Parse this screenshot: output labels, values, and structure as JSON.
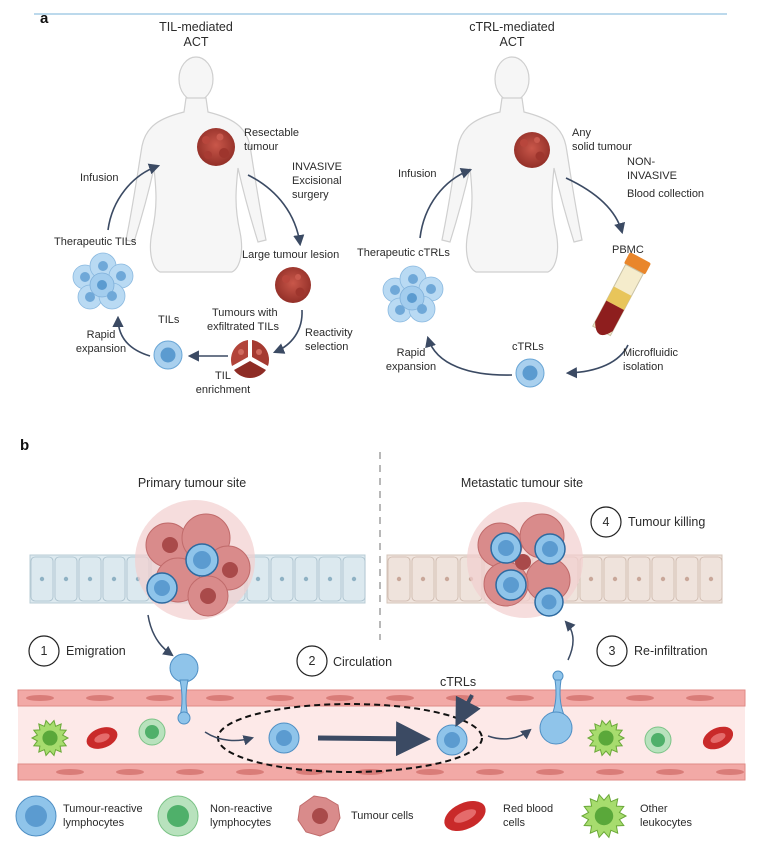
{
  "panel_a": {
    "letter": "a",
    "left": {
      "title_line1": "TIL-mediated",
      "title_line2": "ACT",
      "tumour_label_line1": "Resectable",
      "tumour_label_line2": "tumour",
      "invasive": "INVASIVE",
      "surgery_line1": "Excisional",
      "surgery_line2": "surgery",
      "large_lesion": "Large tumour lesion",
      "exfiltrated_line1": "Tumours with",
      "exfiltrated_line2": "exfiltrated TILs",
      "reactivity_line1": "Reactivity",
      "reactivity_line2": "selection",
      "enrichment_line1": "TIL",
      "enrichment_line2": "enrichment",
      "tils": "TILs",
      "rapid_line1": "Rapid",
      "rapid_line2": "expansion",
      "therapeutic": "Therapeutic TILs",
      "infusion": "Infusion"
    },
    "right": {
      "title_line1": "cTRL-mediated",
      "title_line2": "ACT",
      "tumour_label_line1": "Any",
      "tumour_label_line2": "solid tumour",
      "noninvasive_line1": "NON-",
      "noninvasive_line2": "INVASIVE",
      "blood": "Blood collection",
      "pbmc": "PBMC",
      "microfluidic_line1": "Microfluidic",
      "microfluidic_line2": "isolation",
      "ctrls": "cTRLs",
      "rapid_line1": "Rapid",
      "rapid_line2": "expansion",
      "therapeutic": "Therapeutic cTRLs",
      "infusion": "Infusion"
    }
  },
  "panel_b": {
    "letter": "b",
    "primary_site": "Primary tumour site",
    "metastatic_site": "Metastatic tumour site",
    "steps": [
      {
        "num": "1",
        "label": "Emigration"
      },
      {
        "num": "2",
        "label": "Circulation"
      },
      {
        "num": "3",
        "label": "Re-infiltration"
      },
      {
        "num": "4",
        "label": "Tumour killing"
      }
    ],
    "ctrls_pointer": "cTRLs"
  },
  "legend": [
    {
      "line1": "Tumour-reactive",
      "line2": "lymphocytes"
    },
    {
      "line1": "Non-reactive",
      "line2": "lymphocytes"
    },
    {
      "line1": "Tumour cells",
      "line2": ""
    },
    {
      "line1": "Red blood",
      "line2": "cells"
    },
    {
      "line1": "Other",
      "line2": "leukocytes"
    }
  ],
  "colors": {
    "tumour_reactive": "#8fc4ea",
    "tumour_reactive_core": "#5b9bd0",
    "non_reactive": "#9fd6a6",
    "non_reactive_core": "#4fb06a",
    "tumour": "#d98b8b",
    "tumour_core": "#a94a4a",
    "red_blood_cell": "#c92a2a",
    "leukocyte": "#8ccf4a",
    "vessel": "#f2a9a6",
    "vessel_lumen": "#fde9e8",
    "epithelium_primary": "#dce9ef",
    "epithelium_metastatic": "#efe3dc",
    "arrow": "#3b4a63",
    "top_rule": "#bcd9ec"
  }
}
